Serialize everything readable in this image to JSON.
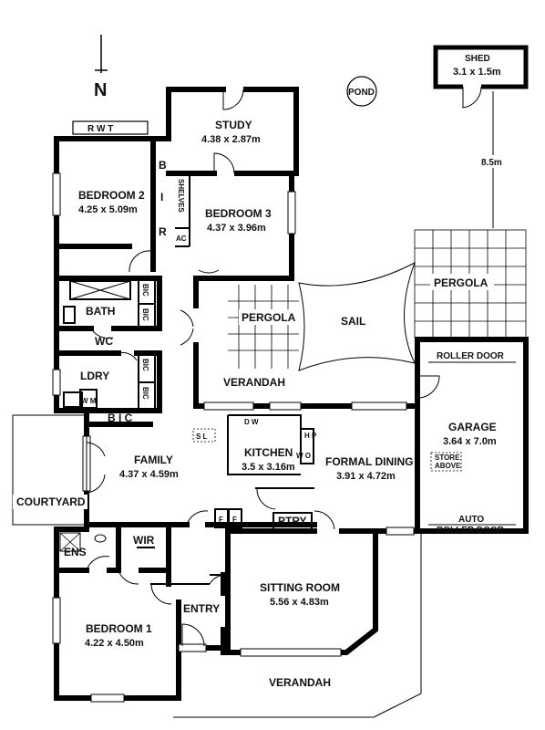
{
  "compass": {
    "north": "N"
  },
  "pond": "POND",
  "shed": {
    "name": "SHED",
    "dims": "3.1 x 1.5m"
  },
  "distance": "8.5m",
  "rwt": "R W T",
  "rooms": {
    "study": {
      "name": "STUDY",
      "dims": "4.38 x 2.87m"
    },
    "bedroom2": {
      "name": "BEDROOM 2",
      "dims": "4.25 x 5.09m"
    },
    "bedroom3": {
      "name": "BEDROOM 3",
      "dims": "4.37 x 3.96m"
    },
    "family": {
      "name": "FAMILY",
      "dims": "4.37 x 4.59m"
    },
    "kitchen": {
      "name": "KITCHEN",
      "dims": "3.5 x 3.16m"
    },
    "formal_dining": {
      "name": "FORMAL DINING",
      "dims": "3.91 x 4.72m"
    },
    "garage": {
      "name": "GARAGE",
      "dims": "3.64 x 7.0m"
    },
    "sitting": {
      "name": "SITTING ROOM",
      "dims": "5.56 x 4.83m"
    },
    "bedroom1": {
      "name": "BEDROOM 1",
      "dims": "4.22 x 4.50m"
    }
  },
  "labels": {
    "bir": [
      "B",
      "I",
      "R"
    ],
    "shelves": "SHELVES",
    "ac": "AC",
    "bic": "BIC",
    "bath": "BATH",
    "wc": "WC",
    "ldry": "LDRY",
    "wm": "W M",
    "bic_bottom": "B I C",
    "pergola_left": "PERGOLA",
    "pergola_right": "PERGOLA",
    "sail": "SAIL",
    "verandah_top": "VERANDAH",
    "verandah_bottom": "VERANDAH",
    "roller_door": "ROLLER DOOR",
    "auto": "AUTO",
    "auto_roller": "ROLLER DOOR",
    "store1": "STORE",
    "store2": "ABOVE",
    "sl": "S L",
    "dw": "D W",
    "hp": "H P",
    "wo": "W O",
    "ptry": "PTRY",
    "f": "F",
    "courtyard": "COURTYARD",
    "ens": "ENS",
    "wir": "WIR",
    "entry": "ENTRY"
  }
}
